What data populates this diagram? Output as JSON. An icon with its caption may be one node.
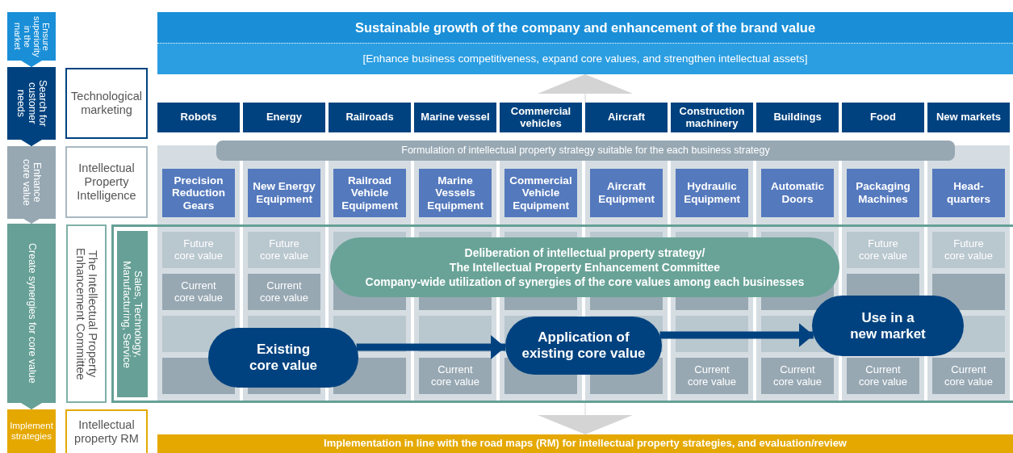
{
  "diagram": {
    "nodes": [
      {
        "text": [
          "Ensure superiority in the market"
        ]
      },
      {
        "text": [
          "Sustainable growth of the company and enhancement of the brand value",
          "[Enhance business competitiveness, expand core values, and strengthen intellectual assets]"
        ]
      },
      {
        "text": [
          "Search for customer needs"
        ]
      },
      {
        "text": [
          "Technological marketing"
        ]
      },
      {
        "text": [
          "Robots"
        ]
      },
      {
        "text": [
          "Energy"
        ]
      },
      {
        "text": [
          "Railroads"
        ]
      },
      {
        "text": [
          "Marine vessel"
        ]
      },
      {
        "text": [
          "Commercial vehicles"
        ]
      },
      {
        "text": [
          "Aircraft"
        ]
      },
      {
        "text": [
          "Construction machinery"
        ]
      },
      {
        "text": [
          "Buildings"
        ]
      },
      {
        "text": [
          "Food"
        ]
      },
      {
        "text": [
          "New markets"
        ]
      },
      {
        "text": [
          "Enhance core value"
        ]
      },
      {
        "text": [
          "Intellectual Property Intelligence"
        ]
      },
      {
        "text": [
          "Formulation of intellectual property strategy suitable for the each business strategy"
        ]
      },
      {
        "text": [
          "Precision Reduction Gears"
        ]
      },
      {
        "text": [
          "New Energy Equipment"
        ]
      },
      {
        "text": [
          "Railroad Vehicle Equipment"
        ]
      },
      {
        "text": [
          "Marine Vessels Equipment"
        ]
      },
      {
        "text": [
          "Commercial Vehicle Equipment"
        ]
      },
      {
        "text": [
          "Aircraft Equipment"
        ]
      },
      {
        "text": [
          "Hydraulic Equipment"
        ]
      },
      {
        "text": [
          "Automatic Doors"
        ]
      },
      {
        "text": [
          "Packaging Machines"
        ]
      },
      {
        "text": [
          "Head- quarters"
        ]
      },
      {
        "text": [
          "Create synergies for core value"
        ]
      },
      {
        "text": [
          "The Intellectual Property Enhancement Committee"
        ]
      },
      {
        "text": [],
        "shape": "box"
      },
      {
        "text": [
          "Sales, Technology, Manufacturing, Service"
        ],
        "in": 29
      },
      {
        "text": [
          "Deliberation of intellectual property strategy/",
          "The Intellectual Property Enhancement Committee",
          "Company-wide utilization of synergies of the core values among each businesses"
        ],
        "in": 29
      },
      {
        "text": [
          "Future core value"
        ],
        "in": 29
      },
      {
        "text": [
          "Future core value"
        ],
        "in": 29
      },
      {
        "text": [
          "Future core value"
        ],
        "in": 29
      },
      {
        "text": [
          "Future core value"
        ],
        "in": 29
      },
      {
        "text": [
          "Current core value"
        ],
        "in": 29
      },
      {
        "text": [
          "Current core value"
        ],
        "in": 29
      },
      {
        "text": [
          "Current core value"
        ],
        "in": 29
      },
      {
        "text": [
          "Current core value"
        ],
        "in": 29
      },
      {
        "text": [
          "Current core value"
        ],
        "in": 29
      },
      {
        "text": [
          "Current core value"
        ],
        "in": 29
      },
      {
        "text": [
          "Current core value"
        ],
        "in": 29
      },
      {
        "text": [
          "Existing core value"
        ],
        "in": 29
      },
      {
        "text": [
          "Application of existing core value"
        ],
        "in": 29
      },
      {
        "text": [
          "Use in a new market"
        ],
        "in": 29
      },
      {
        "text": [
          "Implement strategies"
        ]
      },
      {
        "text": [
          "Intellectual property RM"
        ]
      },
      {
        "text": [
          "Implementation in line with the road maps (RM) for intellectual property strategies, and evaluation/review"
        ]
      }
    ],
    "edges": [
      {
        "from": 0,
        "to": 2,
        "arrow": "to",
        "color": "#1a8fd8"
      },
      {
        "from": 2,
        "to": 14,
        "arrow": "to",
        "color": "#00427f"
      },
      {
        "from": 14,
        "to": 27,
        "arrow": "to",
        "color": "#97a8b3"
      },
      {
        "from": 27,
        "to": 46,
        "arrow": "to",
        "color": "#66a096"
      },
      {
        "from": 8,
        "to": 1,
        "arrow": "to",
        "color": "#d4d4d4"
      },
      {
        "from": 29,
        "to": 48,
        "arrow": "to",
        "color": "#d4d4d4"
      },
      {
        "from": 43,
        "to": 44,
        "arrow": "to",
        "style": "thick"
      },
      {
        "from": 44,
        "to": 45,
        "arrow": "to",
        "style": "thick"
      }
    ]
  }
}
